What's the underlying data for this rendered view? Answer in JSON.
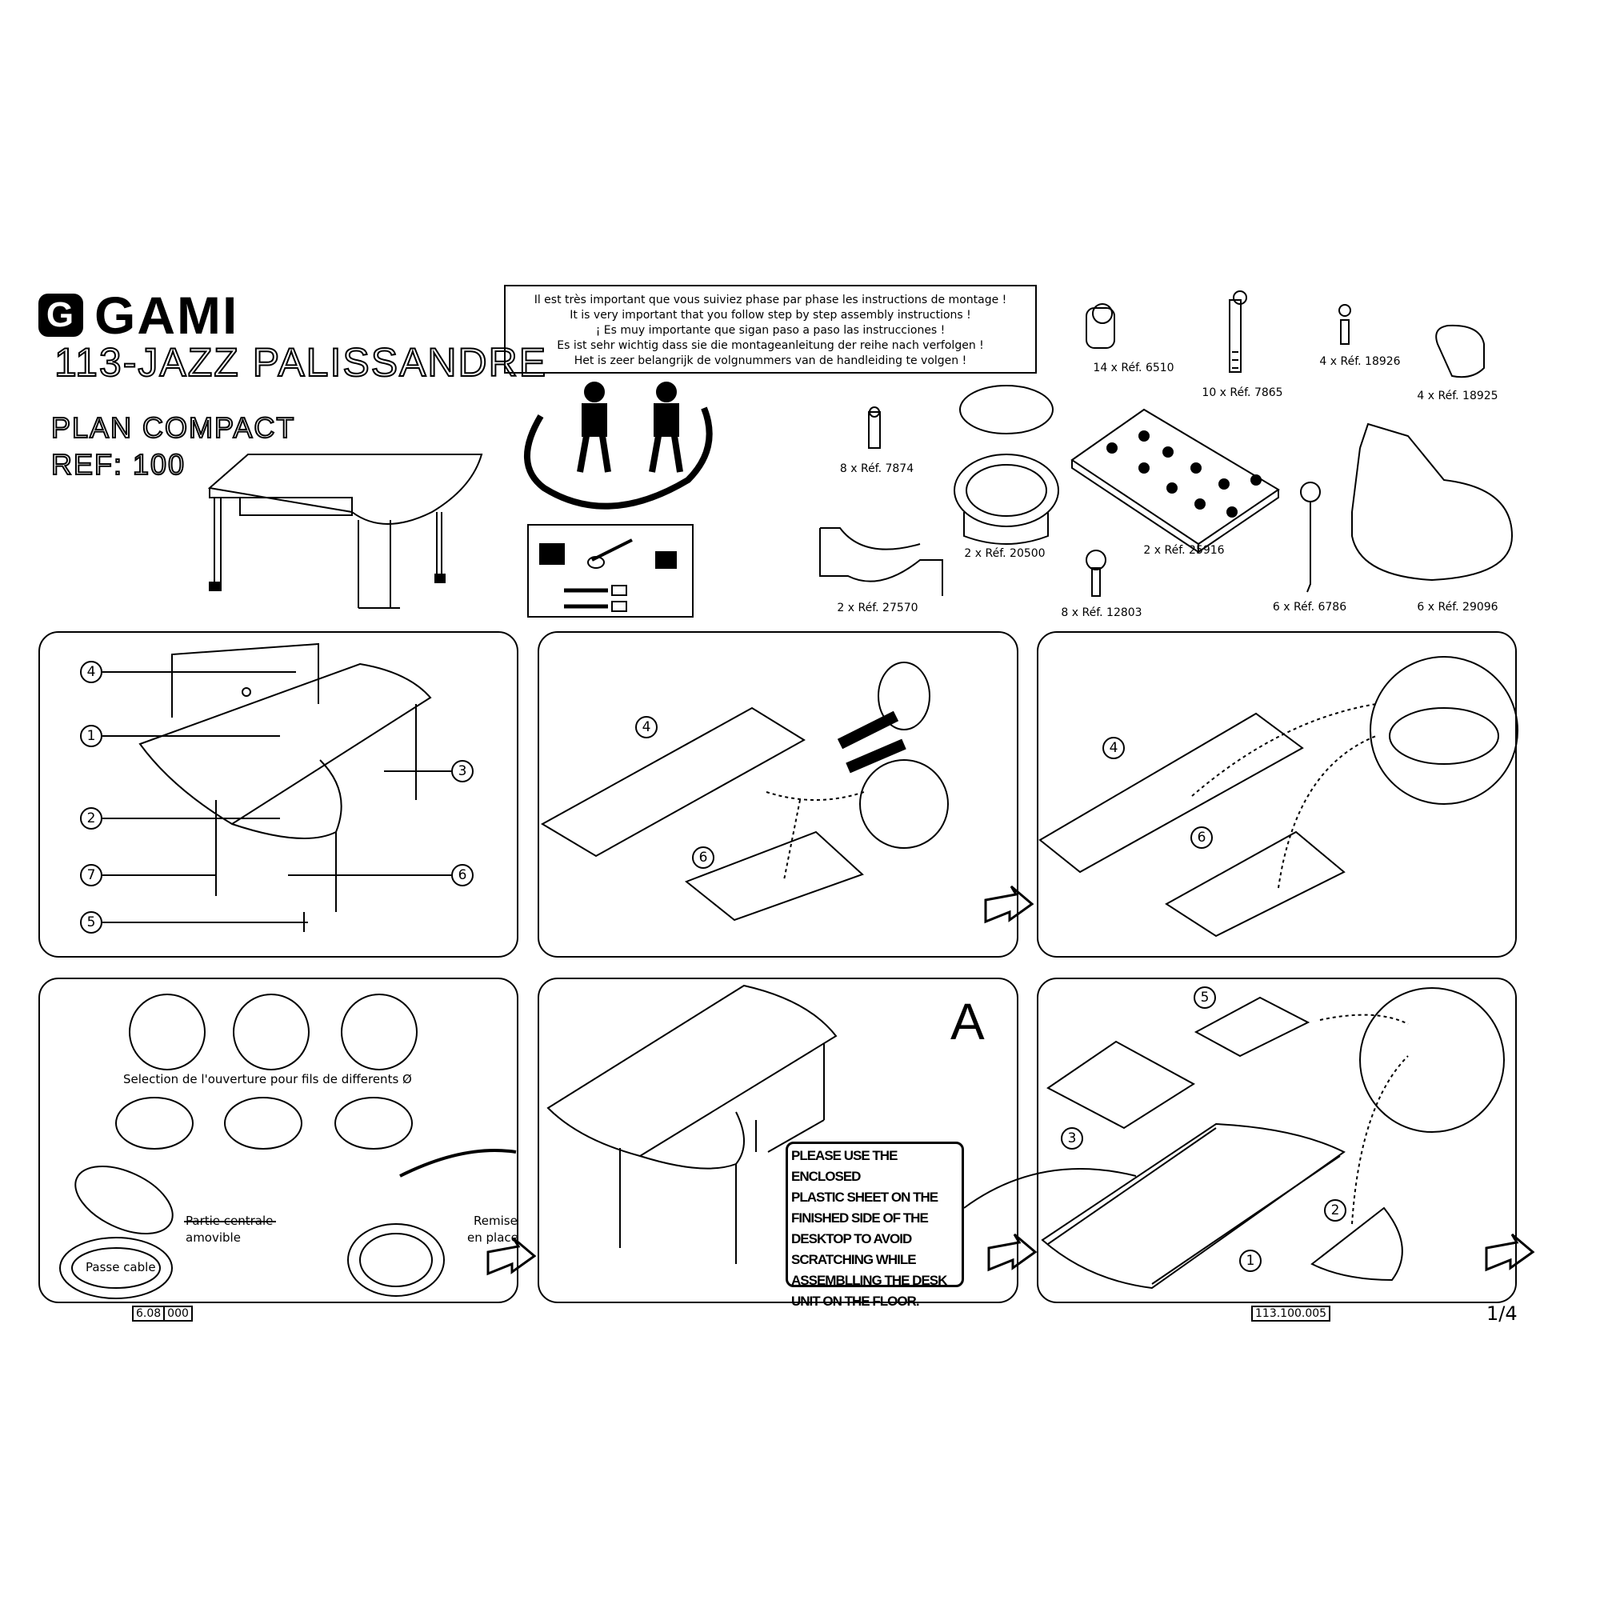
{
  "header": {
    "brand": "GAMI",
    "brand_icon": "g-logo-icon",
    "product_title": "113-JAZZ  PALISSANDRE",
    "subtitle": "PLAN  COMPACT",
    "reference": "REF:  100"
  },
  "notice": [
    "Il est très important que vous suiviez phase par phase les instructions de montage !",
    "It is very important that  you follow step by step assembly instructions !",
    "¡ Es muy importante que sigan paso a paso las instrucciones !",
    "Es ist sehr wichtig dass sie die montageanleitung der reihe nach verfolgen !",
    "Het is zeer belangrijk de volgnummers van de handleiding te volgen !"
  ],
  "parts": [
    {
      "label": "14 x Réf. 6510",
      "icon": "cam-lock-icon"
    },
    {
      "label": "10 x Réf. 7865",
      "icon": "dowel-bolt-icon"
    },
    {
      "label": "4 x Réf. 18926",
      "icon": "short-bolt-icon"
    },
    {
      "label": "4 x Réf. 18925",
      "icon": "cam-connector-icon"
    },
    {
      "label": "8 x Réf. 7874",
      "icon": "screw-icon"
    },
    {
      "label": "2 x Réf. 20500",
      "icon": "cable-grommet-icon"
    },
    {
      "label": "2 x Réf. 25916",
      "icon": "mounting-plate-icon"
    },
    {
      "label": "2 x Réf. 27570",
      "icon": "bracket-icon"
    },
    {
      "label": "8 x Réf. 12803",
      "icon": "screw-icon"
    },
    {
      "label": "6 x Réf. 6786",
      "icon": "wood-screw-icon"
    },
    {
      "label": "6 x Réf. 29096",
      "icon": "leveling-foot-icon"
    }
  ],
  "step1": {
    "callouts": [
      "4",
      "1",
      "2",
      "7",
      "5",
      "3",
      "6"
    ]
  },
  "step2": {
    "callouts": [
      "4",
      "6"
    ]
  },
  "step3": {
    "callouts": [
      "4",
      "6"
    ]
  },
  "step4": {
    "selection_text": "Selection de l'ouverture pour fils de differents Ø",
    "removable_label_1": "Partie centrale",
    "removable_label_2": "amovible",
    "cable_label": "Passe cable",
    "replace_label_1": "Remise",
    "replace_label_2": "en place"
  },
  "step5": {
    "marker": "A",
    "warning_lines": [
      "PLEASE USE THE ENCLOSED",
      "PLASTIC SHEET ON THE",
      "FINISHED SIDE OF THE",
      "DESKTOP TO AVOID",
      "SCRATCHING WHILE",
      "ASSEMBLLING THE DESK",
      "UNIT ON THE FLOOR."
    ]
  },
  "step6": {
    "callouts": [
      "5",
      "3",
      "1",
      "2"
    ]
  },
  "footer": {
    "code_left_a": "6.08",
    "code_left_b": "000",
    "code_right": "113.100.005",
    "page": "1/4"
  }
}
